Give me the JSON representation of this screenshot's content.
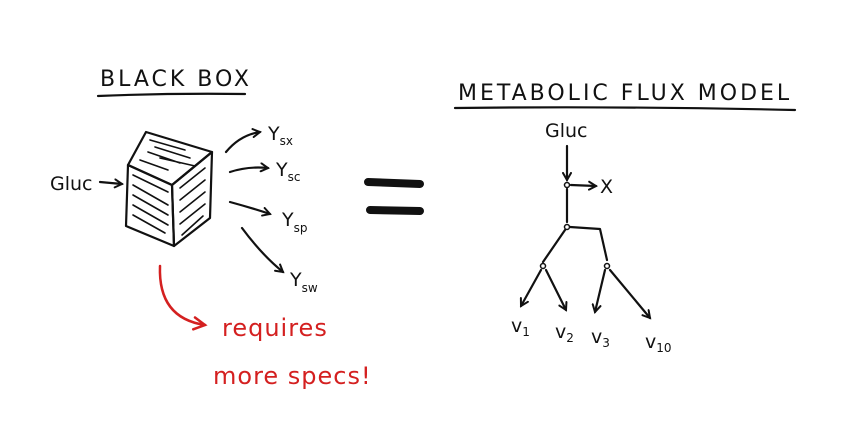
{
  "black_box": {
    "title": "BLACK BOX",
    "input_label": "Gluc",
    "outputs": [
      {
        "main": "Y",
        "sub": "sx"
      },
      {
        "main": "Y",
        "sub": "sc"
      },
      {
        "main": "Y",
        "sub": "sp"
      },
      {
        "main": "Y",
        "sub": "sw"
      }
    ],
    "note_line1": "requires",
    "note_line2": "more specs!",
    "note_color": "#d42020"
  },
  "equals_sign": "=",
  "flux_model": {
    "title": "METABOLIC FLUX MODEL",
    "input_label": "Gluc",
    "branch_label": "X",
    "leaves": [
      {
        "main": "v",
        "sub": "1"
      },
      {
        "main": "v",
        "sub": "2"
      },
      {
        "main": "v",
        "sub": "3"
      },
      {
        "main": "v",
        "sub": "10"
      }
    ]
  }
}
